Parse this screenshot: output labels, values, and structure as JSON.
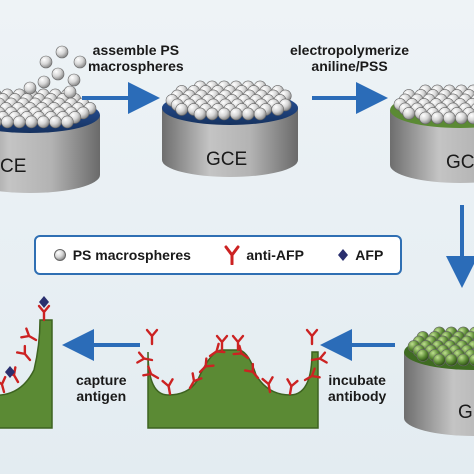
{
  "steps": {
    "assemble": "assemble PS\nmacrospheres",
    "electropolymerize": "electropolymerize\naniline/PSS",
    "incubate": "incubate\nantibody",
    "capture": "capture\nantigen"
  },
  "electrode_labels": {
    "first": "CE",
    "second": "GCE",
    "third": "GC",
    "fourth": "G"
  },
  "legend": {
    "ps_macrospheres": "PS macrospheres",
    "anti_afp": "anti-AFP",
    "afp": "AFP"
  },
  "colors": {
    "arrow": "#2b6cb8",
    "electrode_top": "#1c3d72",
    "electrode_side": "#9a9a9a",
    "film_green": "#5b8a34",
    "antibody_red": "#cc2222",
    "antigen_navy": "#2a2f6e",
    "sphere": "#d8d8d8"
  }
}
